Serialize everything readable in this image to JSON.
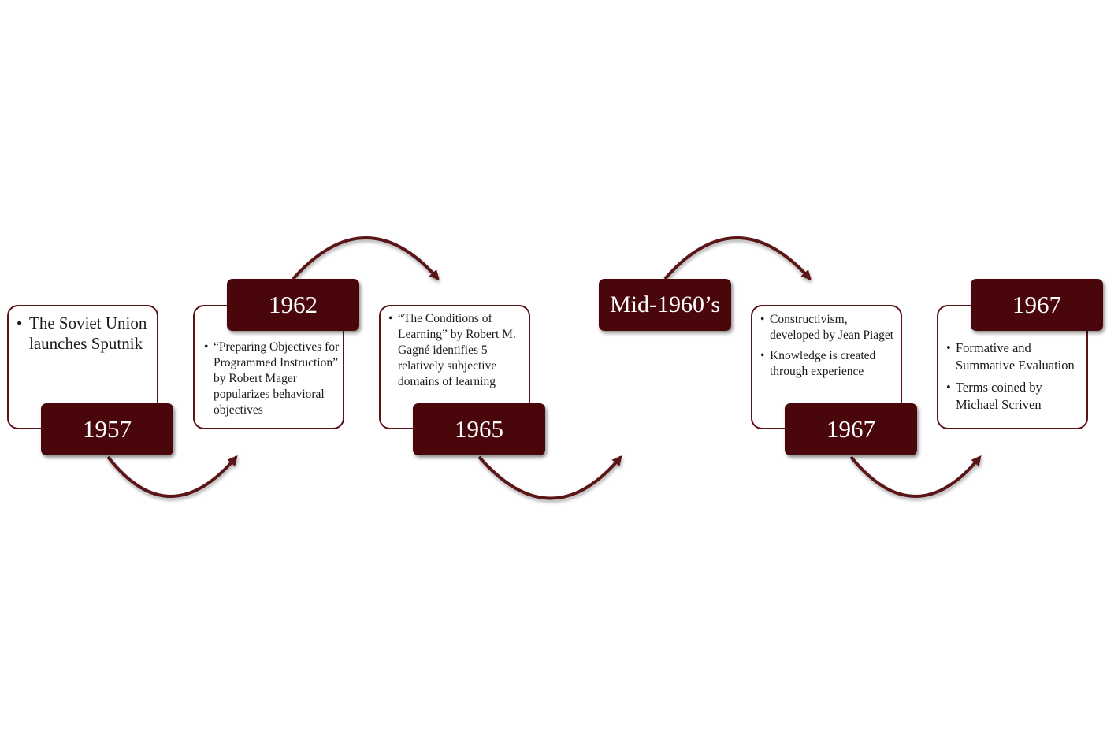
{
  "colors": {
    "accent": "#4a070b",
    "border": "#5a1216",
    "text": "#1a1a1a",
    "background": "#ffffff"
  },
  "events": [
    {
      "year": "1957",
      "bullets": [
        "The Soviet Union launches Sputnik"
      ]
    },
    {
      "year": "1962",
      "bullets": [
        "“Preparing Objectives for Programmed Instruction” by Robert Mager popularizes behavioral objectives"
      ]
    },
    {
      "year": "1965",
      "bullets": [
        "“The Conditions of Learning” by Robert M. Gagné identifies 5 relatively subjective domains of learning"
      ]
    },
    {
      "year": "Mid-1960’s",
      "bullets": []
    },
    {
      "year": "1967",
      "bullets": [
        "Constructivism, developed by Jean Piaget",
        "Knowledge is created through experience"
      ]
    },
    {
      "year": "1967",
      "bullets": [
        "Formative and Summative Evaluation",
        "Terms coined by Michael Scriven"
      ]
    }
  ]
}
